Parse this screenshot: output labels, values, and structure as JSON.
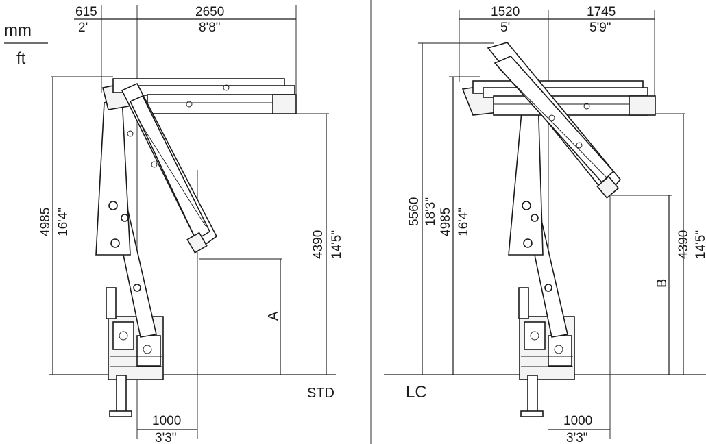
{
  "units": {
    "top": "mm",
    "bottom": "ft"
  },
  "views": {
    "std": {
      "label": "STD",
      "dims": {
        "left_offset": {
          "mm": "615",
          "ft": "2'"
        },
        "reach": {
          "mm": "2650",
          "ft": "8'8\""
        },
        "max_height": {
          "mm": "4985",
          "ft": "16'4\""
        },
        "boom_height": {
          "mm": "4390",
          "ft": "14'5\""
        },
        "base_offset": {
          "mm": "1000",
          "ft": "3'3\""
        }
      },
      "marker": "A"
    },
    "lc": {
      "label": "LC",
      "dims": {
        "left_offset": {
          "mm": "1520",
          "ft": "5'"
        },
        "reach": {
          "mm": "1745",
          "ft": "5'9\""
        },
        "total_height": {
          "mm": "5560",
          "ft": "18'3\""
        },
        "max_height": {
          "mm": "4985",
          "ft": "16'4\""
        },
        "boom_height": {
          "mm": "4390",
          "ft": "14'5\""
        },
        "base_offset": {
          "mm": "1000",
          "ft": "3'3\""
        }
      },
      "marker": "B"
    }
  }
}
